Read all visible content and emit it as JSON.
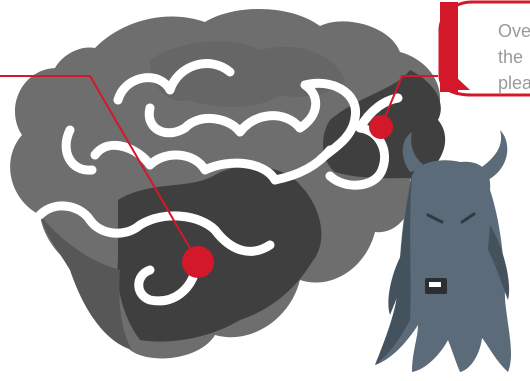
{
  "callout": {
    "lines": [
      "Ove",
      "the",
      "plea"
    ]
  },
  "colors": {
    "brain_light": "#6e6e6e",
    "brain_mid": "#575757",
    "brain_dark": "#3f3f3f",
    "groove": "#ffffff",
    "marker": "#d3182a",
    "monster_body": "#5b6b79",
    "monster_shadow": "#44525e",
    "callout_border": "#d3182a",
    "callout_text": "#9a9a9a"
  },
  "icons": [
    "brain-illustration",
    "red-marker-dot",
    "monster-character"
  ]
}
